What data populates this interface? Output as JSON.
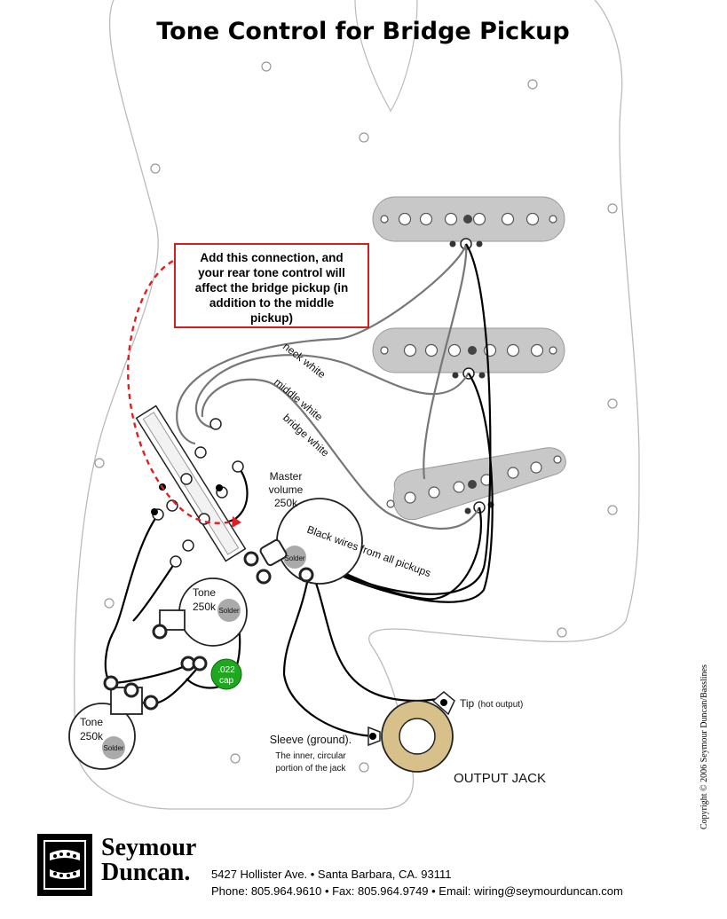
{
  "title": "Tone Control for Bridge Pickup",
  "callout": {
    "lines": [
      "Add this connection, and",
      "your rear tone control will",
      "affect the bridge pickup (in",
      "addition to the middle",
      "pickup)"
    ]
  },
  "wire_labels": {
    "neck": "neck white",
    "middle": "middle white",
    "bridge": "bridge white",
    "black": "Black wires from all pickups"
  },
  "master_volume": {
    "name": "Master",
    "name2": "volume",
    "value": "250k",
    "solder": "Solder"
  },
  "tone1": {
    "name": "Tone",
    "value": "250k",
    "solder": "Solder"
  },
  "tone2": {
    "name": "Tone",
    "value": "250k",
    "solder": "Solder"
  },
  "capacitor": {
    "value": ".022",
    "unit": "cap"
  },
  "jack": {
    "tip": "Tip",
    "tip_note": "(hot output)",
    "sleeve": "Sleeve (ground).",
    "sleeve_note1": "The inner, circular",
    "sleeve_note2": "portion of the jack",
    "name": "OUTPUT JACK"
  },
  "footer": {
    "brand1": "Seymour",
    "brand2": "Duncan.",
    "address": "5427 Hollister Ave. • Santa Barbara, CA. 93111",
    "contact": "Phone: 805.964.9610 • Fax: 805.964.9749 • Email: wiring@seymourduncan.com"
  },
  "copyright": "Copyright © 2006 Seymour Duncan/Basslines",
  "colors": {
    "callout_border": "#d01f1f",
    "cap_green": "#1fa71f",
    "pickup_gray": "#c8c8c8",
    "jack_gold": "#d8c08a"
  }
}
